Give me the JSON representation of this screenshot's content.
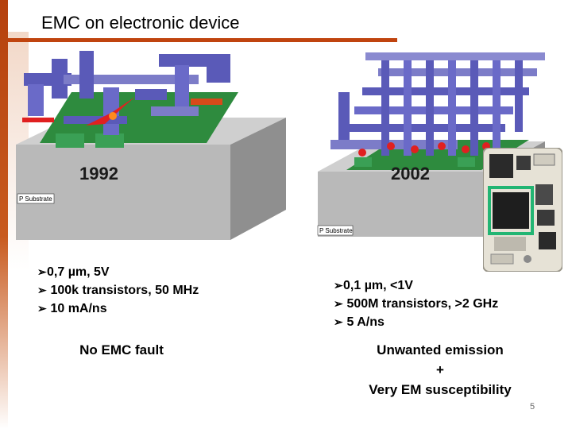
{
  "slide": {
    "title": "EMC on electronic device",
    "page_number": "5"
  },
  "figures": {
    "left_year": "1992",
    "right_year": "2002",
    "substrate_label_left": "P Substrate",
    "substrate_label_right": "P Substrate"
  },
  "left_column": {
    "bullets": [
      "0,7 µm, 5V",
      "100k transistors, 50 MHz",
      "10 mA/ns"
    ],
    "verdict": "No EMC fault"
  },
  "right_column": {
    "bullets": [
      "0,1 µm, <1V",
      "500M transistors, >2 GHz",
      "5 A/ns"
    ],
    "verdict_lines": [
      "Unwanted emission",
      "+",
      "Very EM susceptibility"
    ]
  },
  "icons": {
    "bullet": "arrow-bullet-icon"
  },
  "colors": {
    "accent": "#c0440f",
    "metal": "#5a5ab8",
    "green": "#2e8b3e",
    "substrate": "#b8b8b8",
    "highlight": "#22b573"
  }
}
